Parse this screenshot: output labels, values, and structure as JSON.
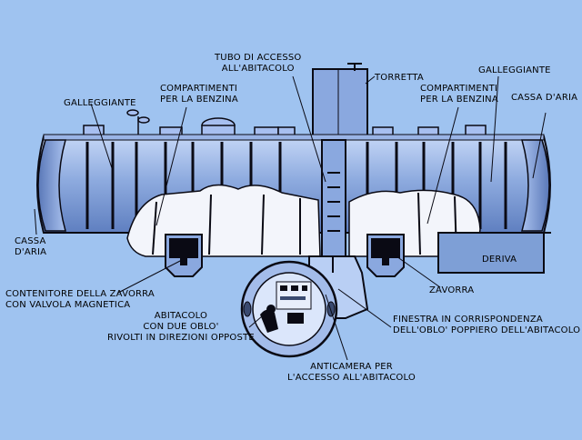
{
  "colors": {
    "background": "#9fc3f0",
    "hull": "#7e9fd6",
    "hull_light": "#b9cff4",
    "interior": "#f3f5fb",
    "outline": "#0a0a14"
  },
  "labels": {
    "tubo": [
      "TUBO DI ACCESSO",
      "ALL'ABITACOLO"
    ],
    "torretta": "TORRETTA",
    "galleggiante_left": "GALLEGGIANTE",
    "galleggiante_right": "GALLEGGIANTE",
    "compartimenti_left": [
      "COMPARTIMENTI",
      "PER LA BENZINA"
    ],
    "compartimenti_right": [
      "COMPARTIMENTI",
      "PER LA BENZINA"
    ],
    "cassa_aria_left": [
      "CASSA",
      "D'ARIA"
    ],
    "cassa_aria_right": [
      "CASSA D'ARIA"
    ],
    "deriva": "DERIVA",
    "contenitore": [
      "CONTENITORE DELLA ZAVORRA",
      "CON VALVOLA MAGNETICA"
    ],
    "zavorra": "ZAVORRA",
    "abitacolo": [
      "ABITACOLO",
      "CON DUE OBLO'",
      "RIVOLTI IN DIREZIONI OPPOSTE"
    ],
    "finestra": [
      "FINESTRA IN CORRISPONDENZA",
      "DELL'OBLO' POPPIERO DELL'ABITACOLO"
    ],
    "anticamera": [
      "ANTICAMERA PER",
      "L'ACCESSO ALL'ABITACOLO"
    ]
  }
}
